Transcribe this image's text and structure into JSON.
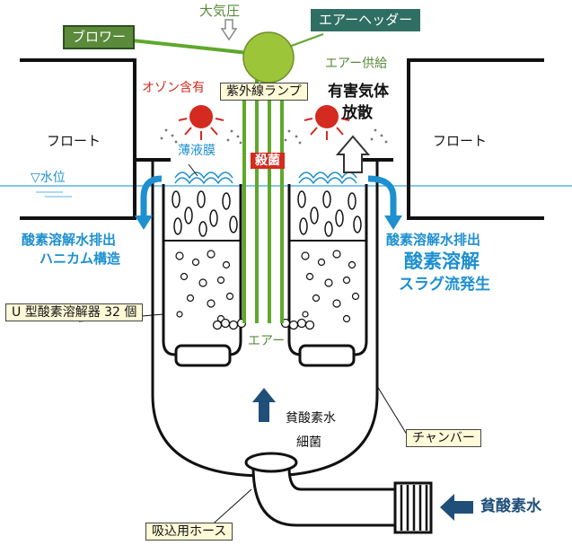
{
  "labels": {
    "taikiatsu": "大気圧",
    "air_header": "エアーヘッダー",
    "blower": "ブロワー",
    "air_supply": "エアー供給",
    "ozone": "オゾン含有",
    "uv_lamp": "紫外線ランプ",
    "harmful_gas": "有害気体",
    "diffusion": "放散",
    "float_left": "フロート",
    "float_right": "フロート",
    "thin_film": "薄液膜",
    "sterilize": "殺菌",
    "water_level": "▽水位",
    "do_discharge_left": "酸素溶解水排出",
    "do_discharge_right": "酸素溶解水排出",
    "honeycomb": "ハニカム構造",
    "oxygen_dissolve": "酸素溶解",
    "slug_flow": "スラグ流発生",
    "u_dissolver": "U 型酸素溶解器 32 個",
    "air": "エアー",
    "poor_oxygen_water": "貧酸素水",
    "bacteria": "細菌",
    "chamber": "チャンバー",
    "suction_hose": "吸込用ホース",
    "inlet_poor_oxygen_water": "貧酸素水"
  },
  "colors": {
    "blower_green": "#9dc53a",
    "label_green": "#5a8a3a",
    "teal": "#2f6f63",
    "blue": "#1e90d0",
    "lamp_red": "#d42a1f",
    "pipe_green": "#5fa82c",
    "navy_arrow": "#1f4e79"
  }
}
